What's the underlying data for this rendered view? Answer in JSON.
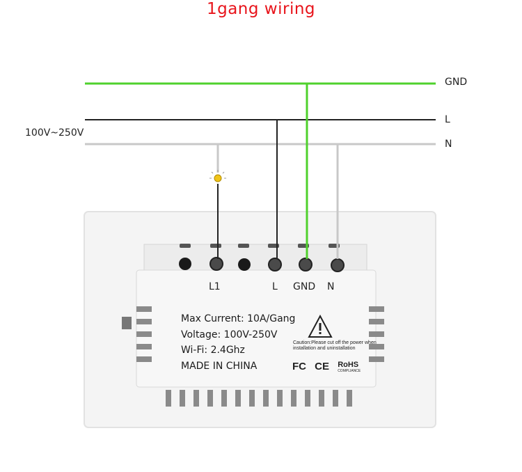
{
  "title": "1gang wiring",
  "lines": {
    "gnd": "GND",
    "l": "L",
    "n": "N",
    "voltage": "100V~250V"
  },
  "terminals": [
    "L1",
    "L",
    "GND",
    "N"
  ],
  "specs": {
    "max_current": "Max Current: 10A/Gang",
    "voltage": "Voltage: 100V-250V",
    "wifi": "Wi-Fi: 2.4Ghz",
    "made_in": "MADE IN CHINA"
  },
  "caution": "Caution:Please cut off the power when installation and uninstallation",
  "certifications": {
    "fc": "FC",
    "ce": "CE",
    "rohs": "RoHS",
    "rohs_sub": "COMPLIANCE"
  },
  "colors": {
    "gnd_wire": "#4fd12c",
    "l_wire": "#222222",
    "n_wire": "#c8c8c8",
    "title": "#e8141b"
  }
}
